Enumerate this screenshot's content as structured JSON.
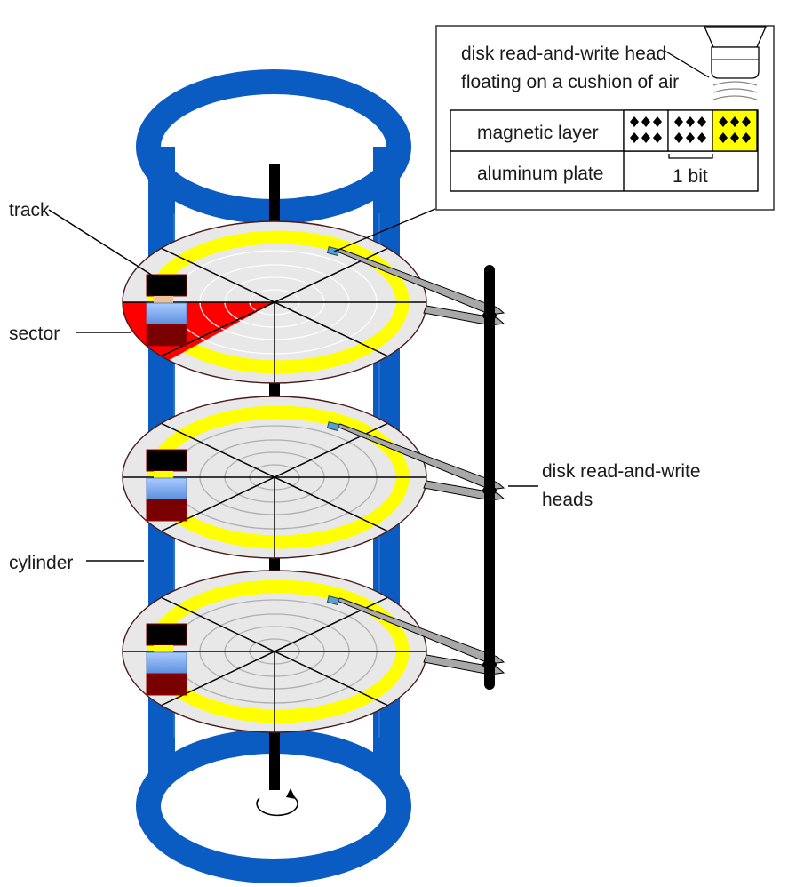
{
  "diagram": {
    "subject": "Hard disk drive structure",
    "colors": {
      "cylinder": "#0a5cc2",
      "platter": "#e8e8e8",
      "track": "#ffff00",
      "sector": "#ff0000",
      "spindle": "#000000",
      "data_dark": "#000000",
      "data_light": "#7fb0ee",
      "data_red": "#7a0000",
      "data_tan": "#f0c090",
      "arm": "#a8a8a8"
    },
    "labels": {
      "track": "track",
      "sector": "sector",
      "cylinder": "cylinder",
      "heads_line1": "disk read-and-write",
      "heads_line2": "heads"
    },
    "inset": {
      "head_line1": "disk read-and-write head",
      "head_line2": "floating on a cushion of air",
      "magnetic_layer": "magnetic layer",
      "aluminum_plate": "aluminum plate",
      "bit_label": "1 bit",
      "bit_cells": 3,
      "highlighted_cell": 3
    },
    "platters": 3,
    "rotation": "counter-clockwise"
  }
}
